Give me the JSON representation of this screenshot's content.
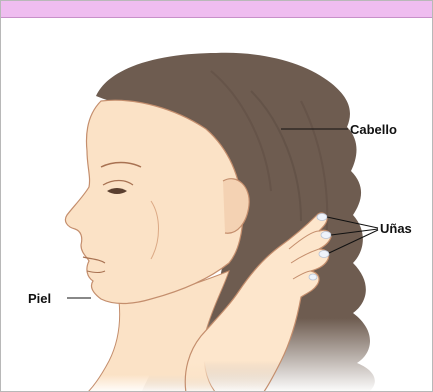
{
  "labels": {
    "hair": "Cabello",
    "nails": "Uñas",
    "skin": "Piel"
  },
  "colors": {
    "top_band": "#efbdf0",
    "hair": "#6e5c50",
    "skin": "#fbe2c6",
    "skin_shadow": "#e9c2a2",
    "nail": "#eef3fb",
    "outline": "#c48e6d",
    "leader_line": "#111111"
  }
}
